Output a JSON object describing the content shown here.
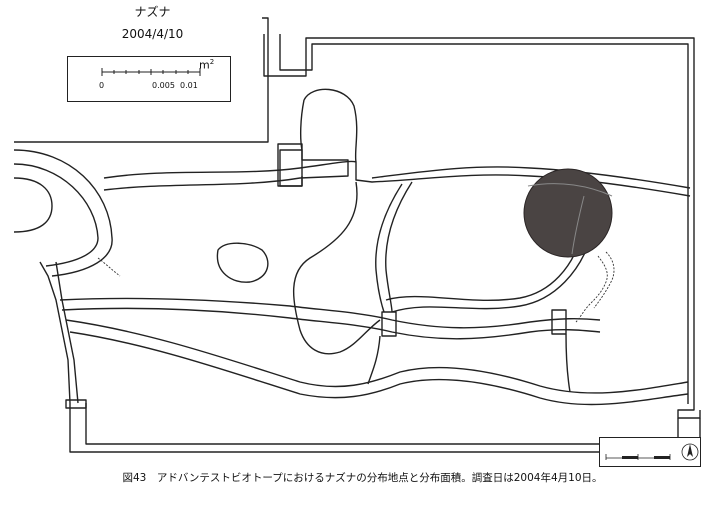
{
  "header": {
    "species": "ナズナ",
    "survey_date": "2004/4/10"
  },
  "legend": {
    "unit": "m",
    "unit_power": "2",
    "ticks": [
      "0",
      "0.005",
      "0.01"
    ],
    "circle_color": "#4a4443"
  },
  "caption": "図43　アドバンテストビオトープにおけるナズナの分布地点と分布面積。調査日は2004年4月10日。",
  "distribution": [
    {
      "area_m2": 0.01
    }
  ],
  "icons": [
    "north-arrow-icon",
    "scale-bar-icon"
  ]
}
